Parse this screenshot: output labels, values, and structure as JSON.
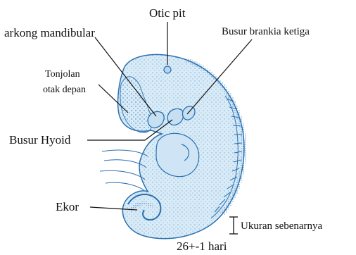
{
  "labels": {
    "otic_pit": "Otic pit",
    "mandibular": "arkong mandibular",
    "third_branchial": "Busur brankia ketiga",
    "forebrain_line1": "Tonjolan",
    "forebrain_line2": "otak depan",
    "hyoid": "Busur Hyoid",
    "tail": "Ekor",
    "actual_size": "Ukuran sebenarnya",
    "age": "26+-1 hari"
  },
  "colors": {
    "embryo_fill": "#d9ebf7",
    "embryo_stipple": "#2f79b8",
    "outline": "#2a6fb0",
    "leader": "#111111"
  }
}
